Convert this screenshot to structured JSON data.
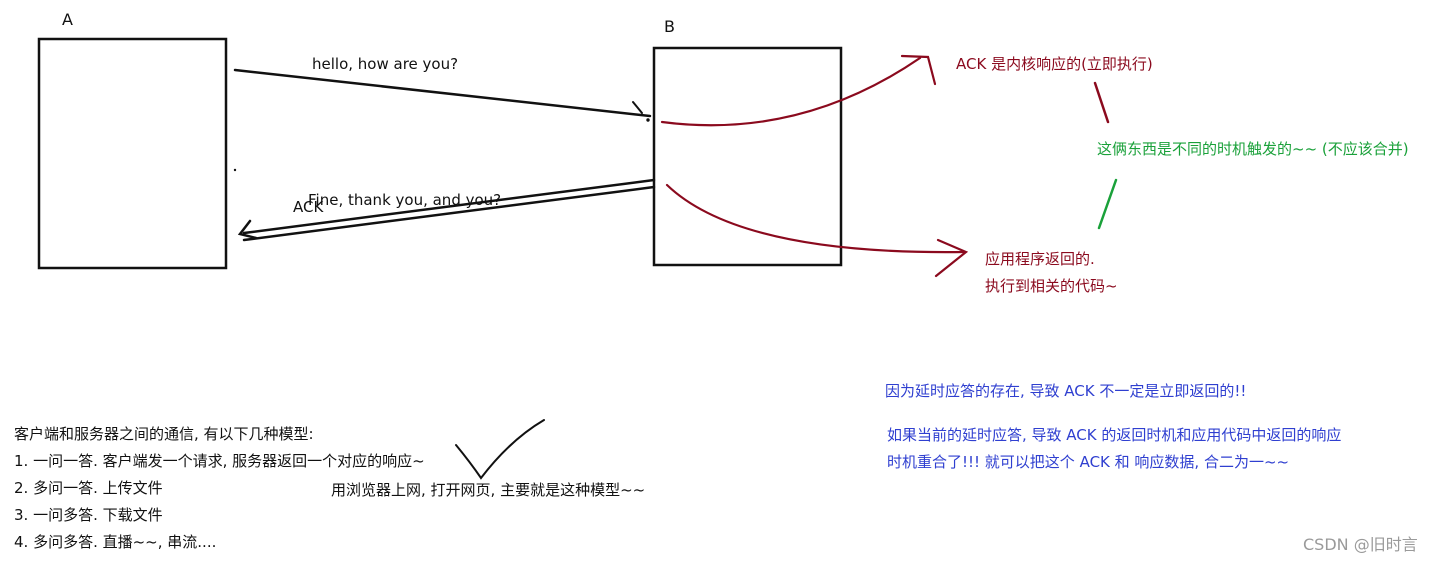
{
  "nodes": {
    "a_label": "A",
    "b_label": "B"
  },
  "messages": {
    "request": "hello, how are you?",
    "response": "Fine, thank you, and you?",
    "ack": "ACK"
  },
  "annotations": {
    "ack_kernel": "ACK 是内核响应的(立即执行)",
    "app_return_line1": "应用程序返回的.",
    "app_return_line2": "执行到相关的代码~",
    "different_timing": "这俩东西是不同的时机触发的~~ (不应该合并)"
  },
  "notes": {
    "delayed_ack": "因为延时应答的存在, 导致 ACK 不一定是立即返回的!!",
    "merge_line1": "如果当前的延时应答, 导致 ACK 的返回时机和应用代码中返回的响应",
    "merge_line2": "时机重合了!!! 就可以把这个 ACK 和 响应数据, 合二为一~~"
  },
  "models": {
    "heading": "客户端和服务器之间的通信, 有以下几种模型:",
    "items": [
      "1. 一问一答. 客户端发一个请求, 服务器返回一个对应的响应~",
      "2. 多问一答. 上传文件",
      "3. 一问多答. 下载文件",
      "4. 多问多答. 直播~~, 串流...."
    ],
    "browser_note": "用浏览器上网, 打开网页, 主要就是这种模型~~"
  },
  "watermark": "CSDN @旧时言",
  "colors": {
    "ink": "#111111",
    "red": "#8b0a1e",
    "green": "#1aa13a",
    "blue": "#2f3fd0"
  }
}
